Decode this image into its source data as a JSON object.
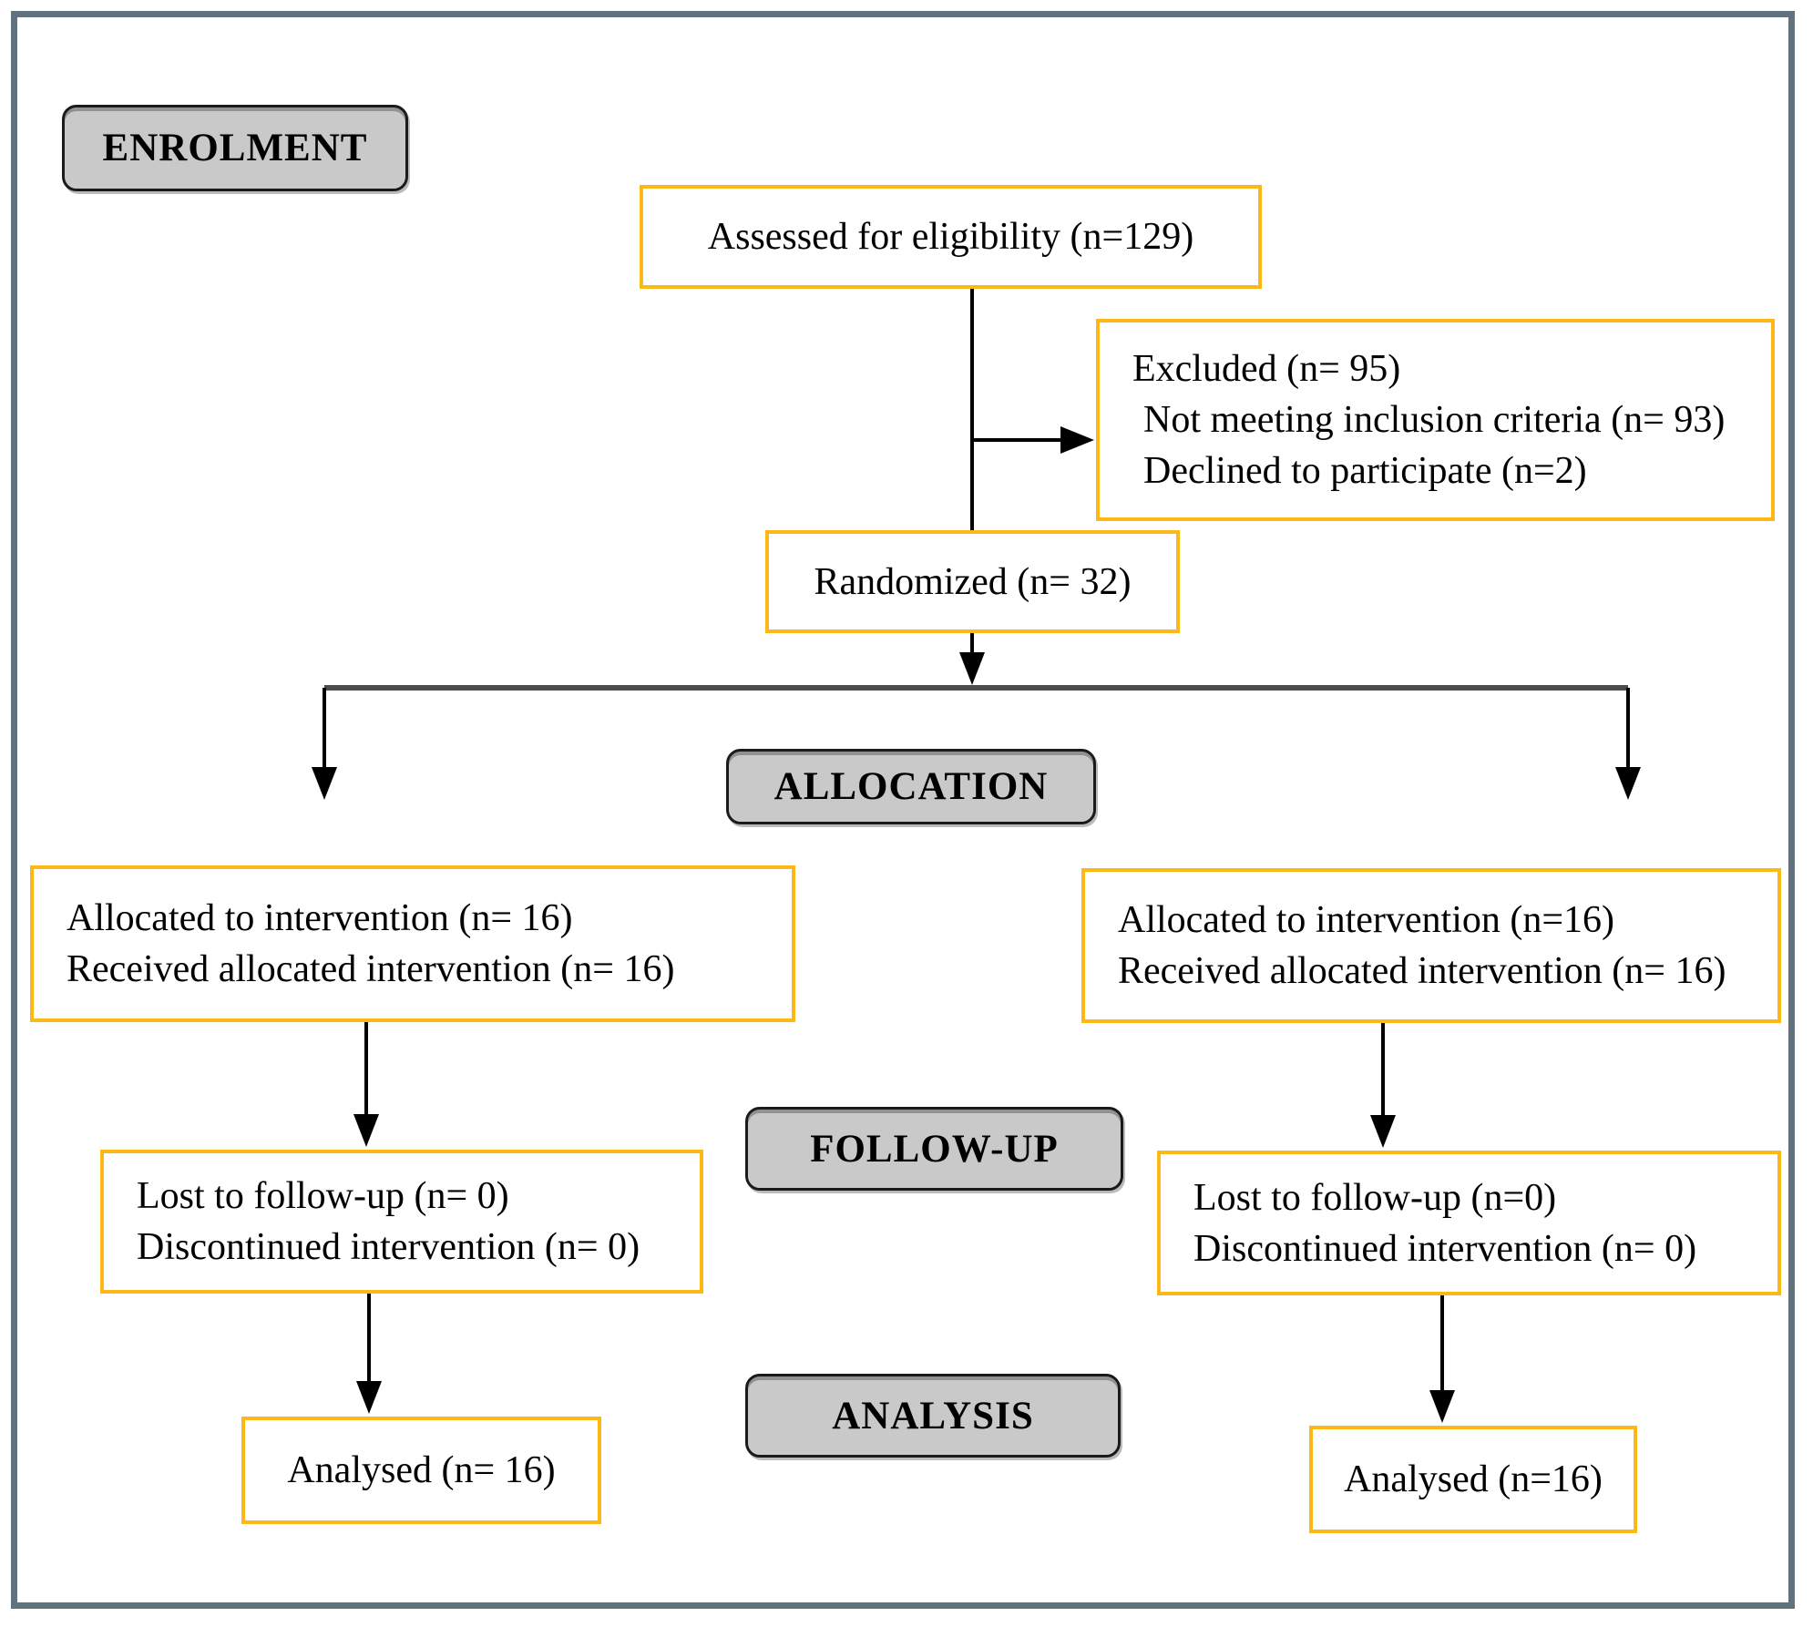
{
  "diagram": {
    "stages": {
      "enrolment_label": "ENROLMENT",
      "allocation_label": "ALLOCATION",
      "followup_label": "FOLLOW-UP",
      "analysis_label": "ANALYSIS"
    },
    "boxes": {
      "assessed": {
        "text": "Assessed for eligibility (n=129)"
      },
      "excluded": {
        "line1": "Excluded (n= 95)",
        "line2": "Not meeting inclusion criteria (n= 93)",
        "line3": "Declined to participate (n=2)"
      },
      "randomized": {
        "text": "Randomized (n= 32)"
      },
      "allocated_left": {
        "line1": "Allocated to intervention (n= 16)",
        "line2": "Received allocated intervention (n= 16)"
      },
      "allocated_right": {
        "line1": "Allocated to intervention (n=16)",
        "line2": "Received allocated intervention (n= 16)"
      },
      "followup_left": {
        "line1": "Lost to follow-up (n= 0)",
        "line2": "Discontinued intervention (n= 0)"
      },
      "followup_right": {
        "line1": "Lost to follow-up (n=0)",
        "line2": "Discontinued intervention (n= 0)"
      },
      "analysed_left": {
        "text": "Analysed (n= 16)"
      },
      "analysed_right": {
        "text": "Analysed (n=16)"
      }
    },
    "colors": {
      "box_border": "#FCB815",
      "stage_fill": "#C9C9C9",
      "stage_border": "#1A1A1A",
      "frame_border": "#5F727D",
      "branch_line": "#4D4D4D",
      "arrow": "#000000"
    }
  }
}
